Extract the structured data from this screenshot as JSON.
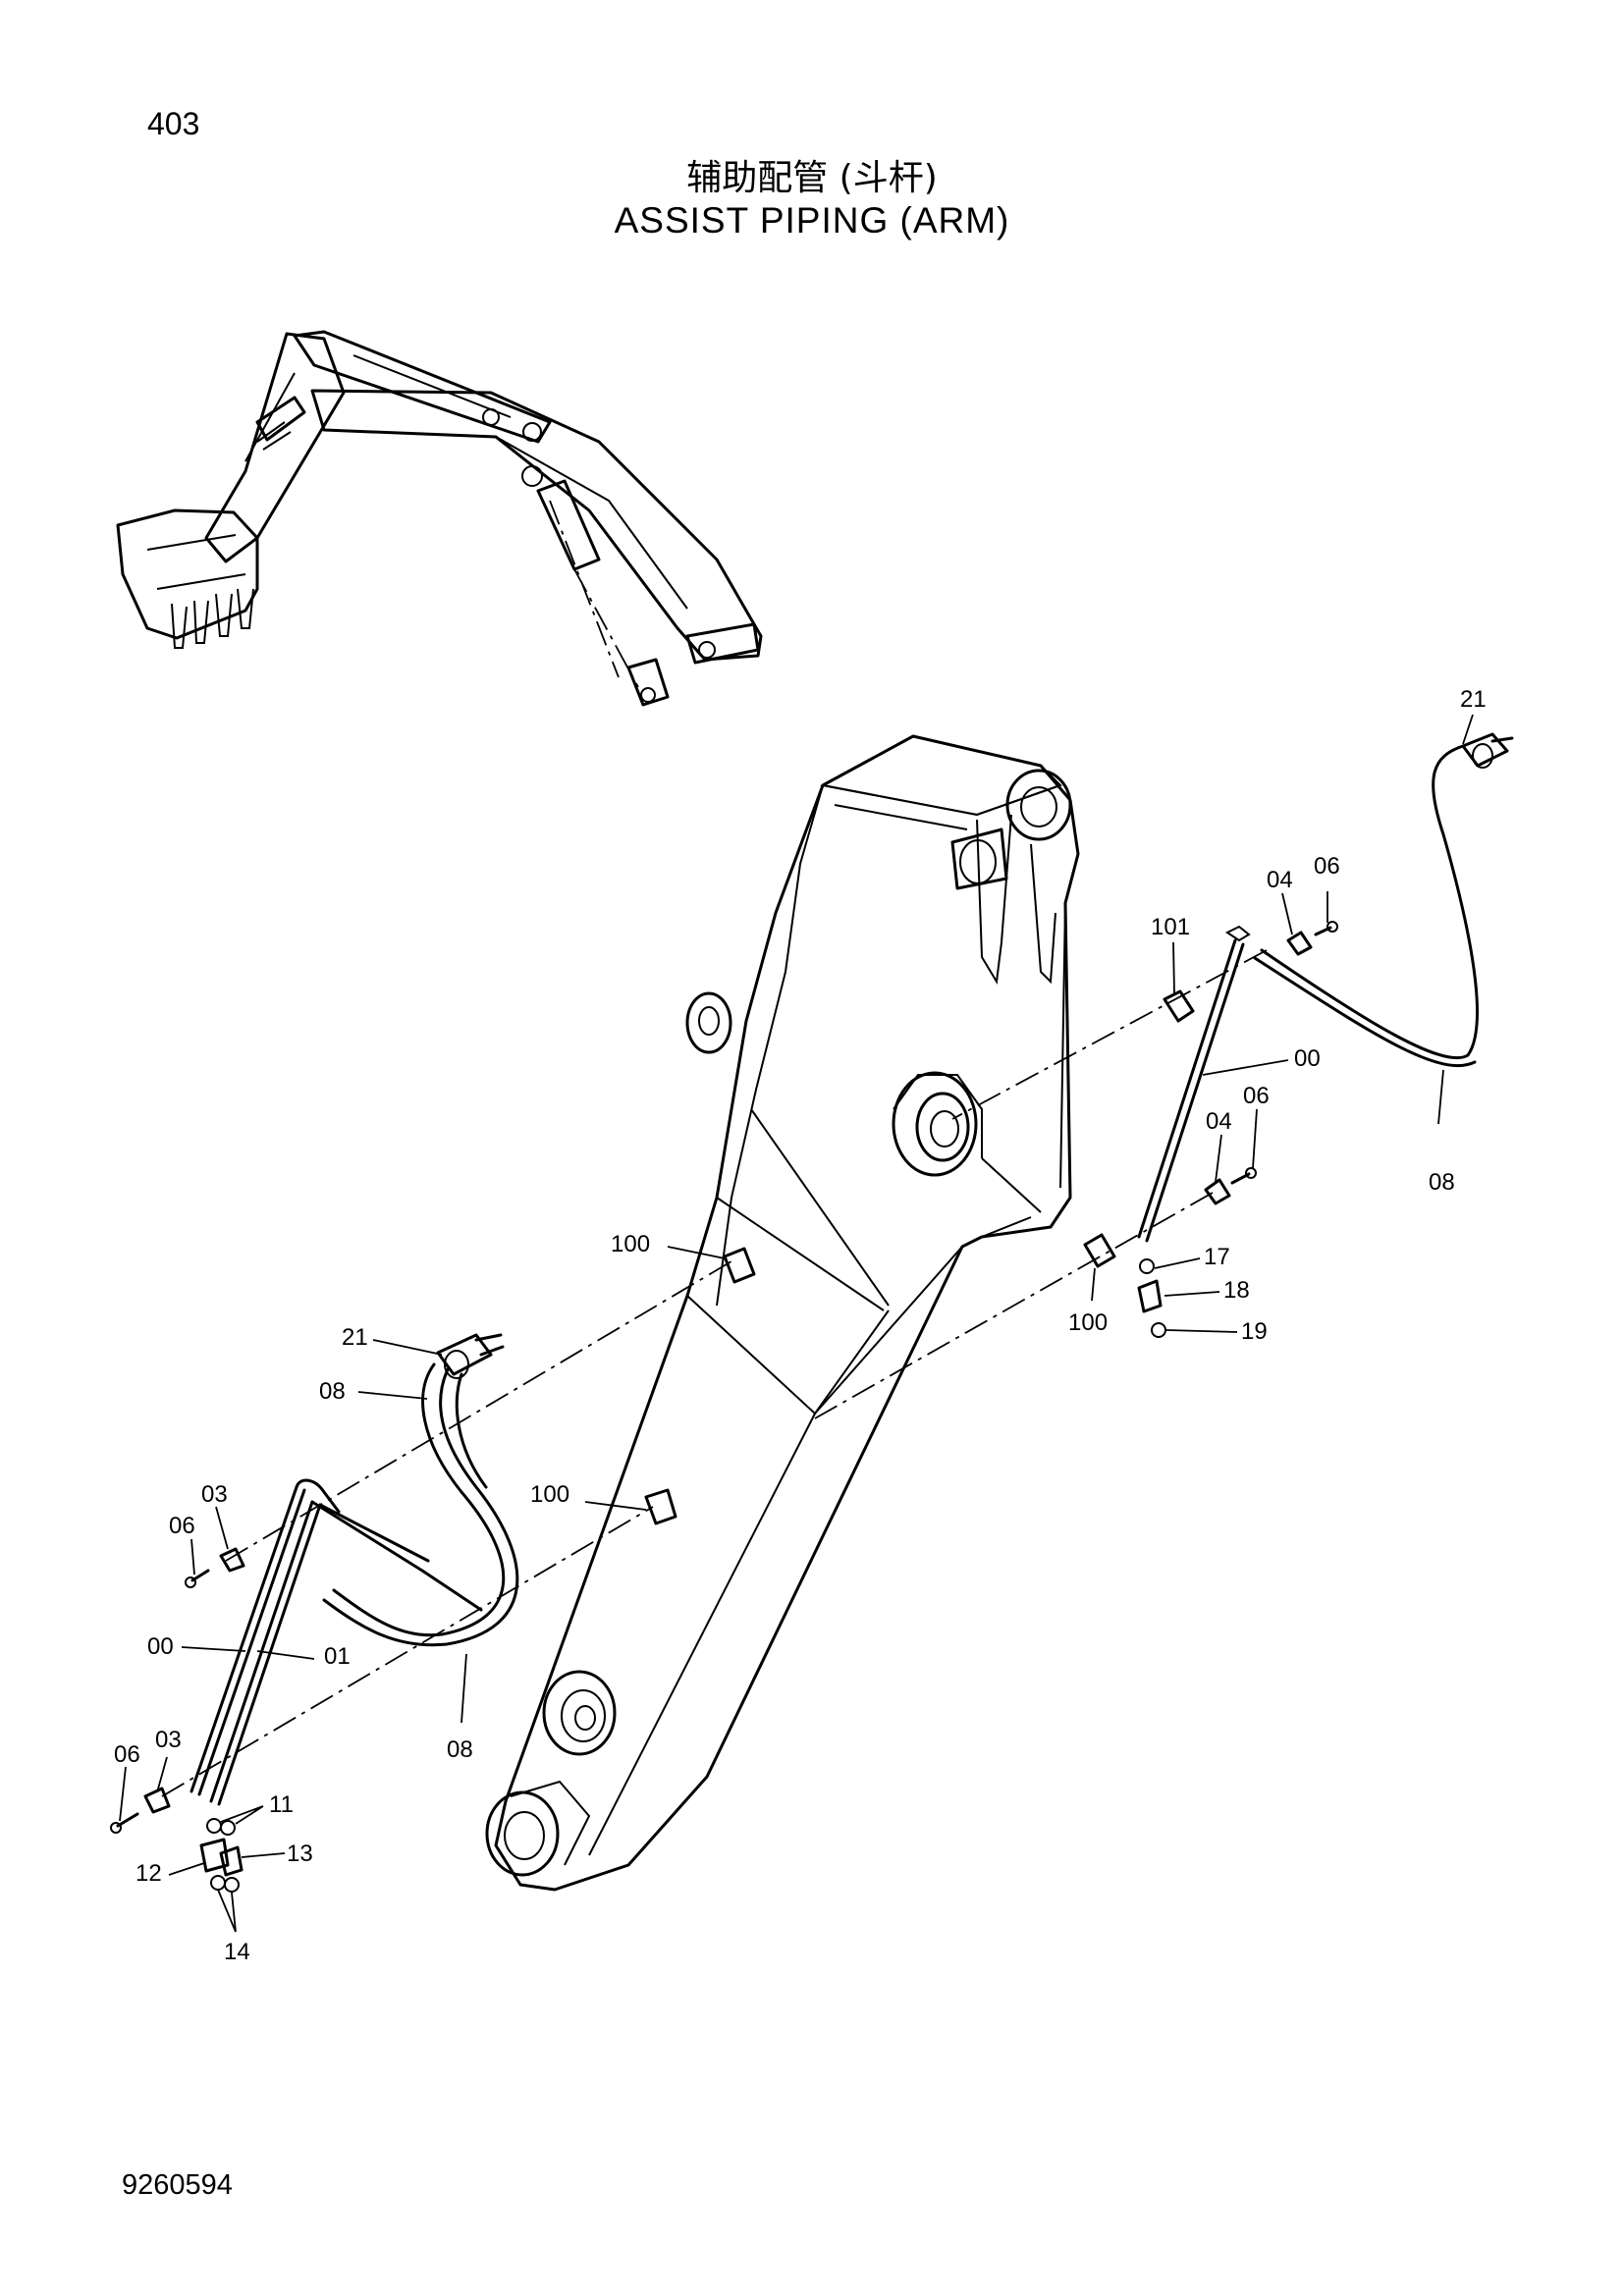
{
  "page_number": "403",
  "title_cn": "辅助配管 (斗杆)",
  "title_en": "ASSIST  PIPING  (ARM)",
  "doc_number": "9260594",
  "callouts": {
    "c21a": "21",
    "c04a": "04",
    "c06a": "06",
    "c101": "101",
    "c00a": "00",
    "c06b": "06",
    "c04b": "04",
    "c08a": "08",
    "c17": "17",
    "c18": "18",
    "c19": "19",
    "c100a": "100",
    "c100b": "100",
    "c21b": "21",
    "c08b": "08",
    "c03a": "03",
    "c06c": "06",
    "c100c": "100",
    "c00b": "00",
    "c01": "01",
    "c08c": "08",
    "c03b": "03",
    "c06d": "06",
    "c11": "11",
    "c13": "13",
    "c12": "12",
    "c14": "14"
  }
}
